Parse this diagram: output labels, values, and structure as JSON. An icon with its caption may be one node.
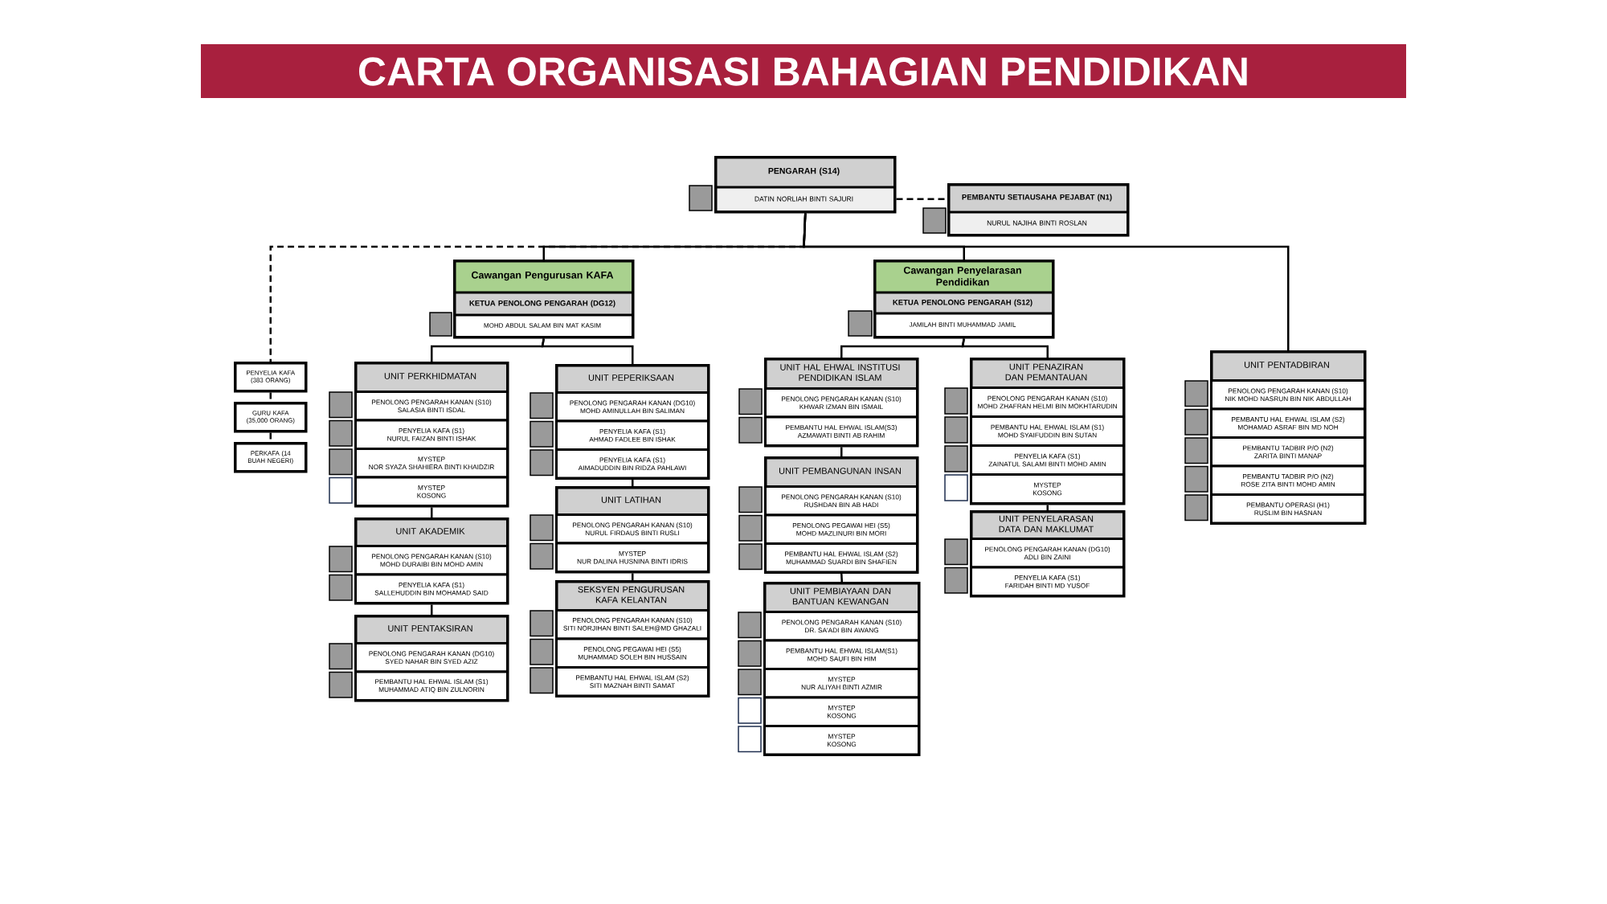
{
  "diagram": {
    "title": "CARTA ORGANISASI BAHAGIAN PENDIDIKAN",
    "nodes": [
      {
        "text": [
          "PENGARAH (S14)",
          "DATIN NORLIAH BINTI SAJURI"
        ]
      },
      {
        "text": [
          "PEMBANTU SETIAUSAHA PEJABAT (N1)",
          "NURUL NAJIHA BINTI ROSLAN"
        ]
      },
      {
        "text": [
          "Cawangan Pengurusan KAFA",
          "KETUA PENOLONG PENGARAH (DG12)",
          "MOHD ABDUL SALAM BIN MAT KASIM"
        ]
      },
      {
        "text": [
          "Cawangan Penyelarasan Pendidikan",
          "KETUA PENOLONG PENGARAH (S12)",
          "JAMILAH BINTI MUHAMMAD JAMIL"
        ]
      },
      {
        "text": [
          "PENYELIA KAFA (383 ORANG)"
        ]
      },
      {
        "text": [
          "GURU KAFA (35,000 ORANG)"
        ]
      },
      {
        "text": [
          "PERKAFA (14 BUAH NEGERI)"
        ]
      },
      {
        "text": [
          "UNIT PERKHIDMATAN"
        ]
      },
      {
        "text": [
          "PENOLONG PENGARAH KANAN (S10)",
          "SALASIA BINTI ISDAL"
        ],
        "in": 7
      },
      {
        "text": [
          "PENYELIA KAFA (S1)",
          "NURUL FAIZAN BINTI ISHAK"
        ],
        "in": 7
      },
      {
        "text": [
          "MYSTEP",
          "NOR SYAZA SHAHIERA BINTI KHAIDZIR"
        ],
        "in": 7
      },
      {
        "text": [
          "MYSTEP",
          "KOSONG"
        ],
        "in": 7
      },
      {
        "text": [
          "UNIT AKADEMIK"
        ]
      },
      {
        "text": [
          "PENOLONG PENGARAH KANAN (S10)",
          "MOHD DURAIBI BIN MOHD AMIN"
        ],
        "in": 12
      },
      {
        "text": [
          "PENYELIA KAFA (S1)",
          "SALLEHUDDIN BIN MOHAMAD SAID"
        ],
        "in": 12
      },
      {
        "text": [
          "UNIT PENTAKSIRAN"
        ]
      },
      {
        "text": [
          "PENOLONG PENGARAH KANAN (DG10)",
          "SYED NAHAR BIN SYED AZIZ"
        ],
        "in": 15
      },
      {
        "text": [
          "PEMBANTU HAL EHWAL ISLAM (S1)",
          "MUHAMMAD ATIQ BIN ZULNORIN"
        ],
        "in": 15
      },
      {
        "text": [
          "UNIT PEPERIKSAAN"
        ]
      },
      {
        "text": [
          "PENOLONG PENGARAH KANAN (DG10)",
          "MOHD AMINULLAH BIN SALIMAN"
        ],
        "in": 18
      },
      {
        "text": [
          "PENYELIA KAFA (S1)",
          "AHMAD FADLEE BIN ISHAK"
        ],
        "in": 18
      },
      {
        "text": [
          "PENYELIA KAFA (S1)",
          "AIMADUDDIN BIN RIDZA PAHLAWI"
        ],
        "in": 18
      },
      {
        "text": [
          "UNIT LATIHAN"
        ]
      },
      {
        "text": [
          "PENOLONG PENGARAH KANAN (S10)",
          "NURUL FIRDAUS BINTI RUSLI"
        ],
        "in": 22
      },
      {
        "text": [
          "MYSTEP",
          "NUR DALINA HUSNINA BINTI IDRIS"
        ],
        "in": 22
      },
      {
        "text": [
          "SEKSYEN PENGURUSAN KAFA KELANTAN"
        ]
      },
      {
        "text": [
          "PENOLONG PENGARAH KANAN (S10)",
          "SITI NORJIHAN BINTI SALEH@MD GHAZALI"
        ],
        "in": 25
      },
      {
        "text": [
          "PENOLONG PEGAWAI HEI (S5)",
          "MUHAMMAD SOLEH BIN HUSSAIN"
        ],
        "in": 25
      },
      {
        "text": [
          "PEMBANTU HAL EHWAL ISLAM (S2)",
          "SITI MAZNAH BINTI SAMAT"
        ],
        "in": 25
      },
      {
        "text": [
          "UNIT HAL EHWAL INSTITUSI PENDIDIKAN ISLAM"
        ]
      },
      {
        "text": [
          "PENOLONG PENGARAH KANAN (S10)",
          "KHWAR IZMAN BIN ISMAIL"
        ],
        "in": 29
      },
      {
        "text": [
          "PEMBANTU HAL EHWAL ISLAM(S3)",
          "AZMAWATI BINTI AB RAHIM"
        ],
        "in": 29
      },
      {
        "text": [
          "UNIT PEMBANGUNAN INSAN"
        ]
      },
      {
        "text": [
          "PENOLONG PENGARAH KANAN (S10)",
          "RUSHDAN BIN AB HADI"
        ],
        "in": 32
      },
      {
        "text": [
          "PENOLONG PEGAWAI HEI (S5)",
          "MOHD MAZLINURI BIN MORI"
        ],
        "in": 32
      },
      {
        "text": [
          "PEMBANTU HAL EHWAL ISLAM (S2)",
          "MUHAMMAD SUARDI BIN SHAFIEN"
        ],
        "in": 32
      },
      {
        "text": [
          "UNIT PEMBIAYAAN DAN BANTUAN KEWANGAN"
        ]
      },
      {
        "text": [
          "PENOLONG PENGARAH KANAN (S10)",
          "DR. SA'ADI BIN AWANG"
        ],
        "in": 36
      },
      {
        "text": [
          "PEMBANTU HAL EHWAL ISLAM(S1)",
          "MOHD SAUFI BIN HIM"
        ],
        "in": 36
      },
      {
        "text": [
          "MYSTEP",
          "NUR ALIYAH BINTI AZMIR"
        ],
        "in": 36
      },
      {
        "text": [
          "MYSTEP",
          "KOSONG"
        ],
        "in": 36
      },
      {
        "text": [
          "MYSTEP",
          "KOSONG"
        ],
        "in": 36
      },
      {
        "text": [
          "UNIT PENAZIRAN DAN PEMANTAUAN"
        ]
      },
      {
        "text": [
          "PENOLONG PENGARAH KANAN (S10)",
          "MOHD ZHAFRAN HELMI BIN MOKHTARUDIN"
        ],
        "in": 42
      },
      {
        "text": [
          "PEMBANTU HAL EHWAL ISLAM (S1)",
          "MOHD SYAIFUDDIN BIN SUTAN"
        ],
        "in": 42
      },
      {
        "text": [
          "PENYELIA KAFA (S1)",
          "ZAINATUL SALAMI BINTI MOHD AMIN"
        ],
        "in": 42
      },
      {
        "text": [
          "MYSTEP",
          "KOSONG"
        ],
        "in": 42
      },
      {
        "text": [
          "UNIT PENYELARASAN DATA DAN MAKLUMAT"
        ]
      },
      {
        "text": [
          "PENOLONG PENGARAH KANAN (DG10)",
          "ADLI BIN ZAINI"
        ],
        "in": 47
      },
      {
        "text": [
          "PENYELIA KAFA (S1)",
          "FARIDAH BINTI MD YUSOF"
        ],
        "in": 47
      },
      {
        "text": [
          "UNIT PENTADBIRAN"
        ]
      },
      {
        "text": [
          "PENOLONG PENGARAH KANAN (S10)",
          "NIK MOHD NASRUN BIN NIK ABDULLAH"
        ],
        "in": 50
      },
      {
        "text": [
          "PEMBANTU HAL EHWAL ISLAM (S2)",
          "MOHAMAD ASRAF BIN MD NOH"
        ],
        "in": 50
      },
      {
        "text": [
          "PEMBANTU TADBIR P/O (N2)",
          "ZARITA BINTI MANAP"
        ],
        "in": 50
      },
      {
        "text": [
          "PEMBANTU TADBIR P/O (N2)",
          "ROSE ZITA BINTI MOHD AMIN"
        ],
        "in": 50
      },
      {
        "text": [
          "PEMBANTU OPERASI (H1)",
          "RUSLIM BIN HASNAN"
        ],
        "in": 50
      }
    ],
    "edges": [
      {
        "from": 0,
        "to": 1,
        "arrow": "none",
        "style": "dashed"
      },
      {
        "from": 0,
        "to": 4,
        "arrow": "none",
        "style": "dashed"
      },
      {
        "from": 0,
        "to": 2,
        "arrow": "none"
      },
      {
        "from": 0,
        "to": 3,
        "arrow": "none"
      },
      {
        "from": 0,
        "to": 50,
        "arrow": "none"
      },
      {
        "from": 4,
        "to": 5,
        "arrow": "none",
        "style": "dashed"
      },
      {
        "from": 5,
        "to": 6,
        "arrow": "none",
        "style": "dashed"
      },
      {
        "from": 2,
        "to": 7,
        "arrow": "none"
      },
      {
        "from": 2,
        "to": 18,
        "arrow": "none"
      },
      {
        "from": 7,
        "to": 12,
        "arrow": "none"
      },
      {
        "from": 12,
        "to": 15,
        "arrow": "none"
      },
      {
        "from": 18,
        "to": 22,
        "arrow": "none"
      },
      {
        "from": 22,
        "to": 25,
        "arrow": "none"
      },
      {
        "from": 3,
        "to": 29,
        "arrow": "none"
      },
      {
        "from": 3,
        "to": 42,
        "arrow": "none"
      },
      {
        "from": 29,
        "to": 32,
        "arrow": "none"
      },
      {
        "from": 32,
        "to": 36,
        "arrow": "none"
      },
      {
        "from": 42,
        "to": 47,
        "arrow": "none"
      }
    ]
  }
}
